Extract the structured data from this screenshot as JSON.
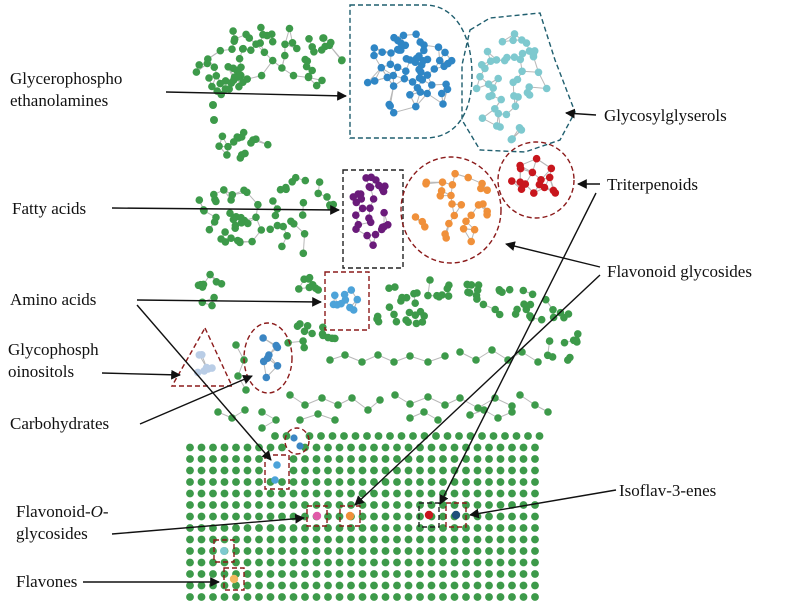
{
  "labels": {
    "glycerophospho_line1": "Glycerophospho",
    "glycerophospho_line2": "ethanolamines",
    "glycosylglycerols": "Glycosylglyserols",
    "triterpenoids": "Triterpenoids",
    "fatty_acids": "Fatty acids",
    "flavonoid_glycosides": "Flavonoid glycosides",
    "amino_acids": "Amino acids",
    "glycophosph_line1": "Glycophosph",
    "glycophosph_line2": "oinositols",
    "carbohydrates": "Carbohydrates",
    "flavonoid_o_line1_a": "Flavonoid-",
    "flavonoid_o_line1_b": "O",
    "flavonoid_o_line1_c": "-",
    "flavonoid_o_line2": "glycosides",
    "isoflav": "Isoflav-3-enes",
    "flavones": "Flavones"
  },
  "colors": {
    "background_nodes": "#3d9a4a",
    "edges": "#b8b8b8",
    "glycerophospho_ethanolamines": "#2f86c5",
    "glycosylglycerols": "#7ec9cf",
    "triterpenoids": "#c8161d",
    "fatty_acids": "#6a1b7a",
    "flavonoid_glycosides": "#f0903a",
    "amino_acids": "#4da3d9",
    "glycophosphoinositols": "#b9cde6",
    "carbohydrates": "#3b86c3",
    "flavonoid_o_glycosides": "#e05aa8",
    "isoflav_3_enes_a": "#c8161d",
    "isoflav_3_enes_b": "#1f4f7a",
    "flavones": "#f2b860",
    "boundary_dark_red": "#8b1a1a",
    "boundary_teal": "#1f5e6e",
    "boundary_black": "#222222"
  }
}
